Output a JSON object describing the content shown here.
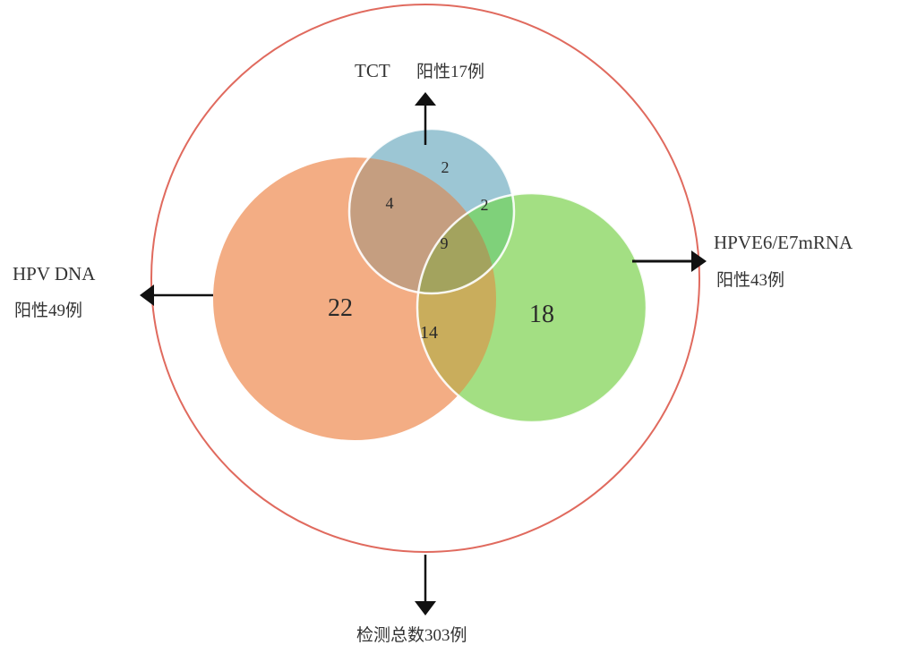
{
  "diagram": {
    "outer_label": "检测总数303例",
    "sets": {
      "tct": {
        "name": "TCT",
        "positive": "阳性17例",
        "color": "#9cc6d4"
      },
      "dna": {
        "name": "HPV DNA",
        "positive": "阳性49例",
        "color": "#f2a679"
      },
      "mrna": {
        "name": "HPVE6/E7mRNA",
        "positive": "阳性43例",
        "color": "#9edd7c"
      }
    },
    "outer_circle_color": "#e06a5e",
    "regions": {
      "dna_only": "22",
      "mrna_only": "18",
      "tct_only": "2",
      "tct_dna": "4",
      "tct_mrna": "2",
      "all_three": "9",
      "dna_mrna": "14"
    }
  }
}
